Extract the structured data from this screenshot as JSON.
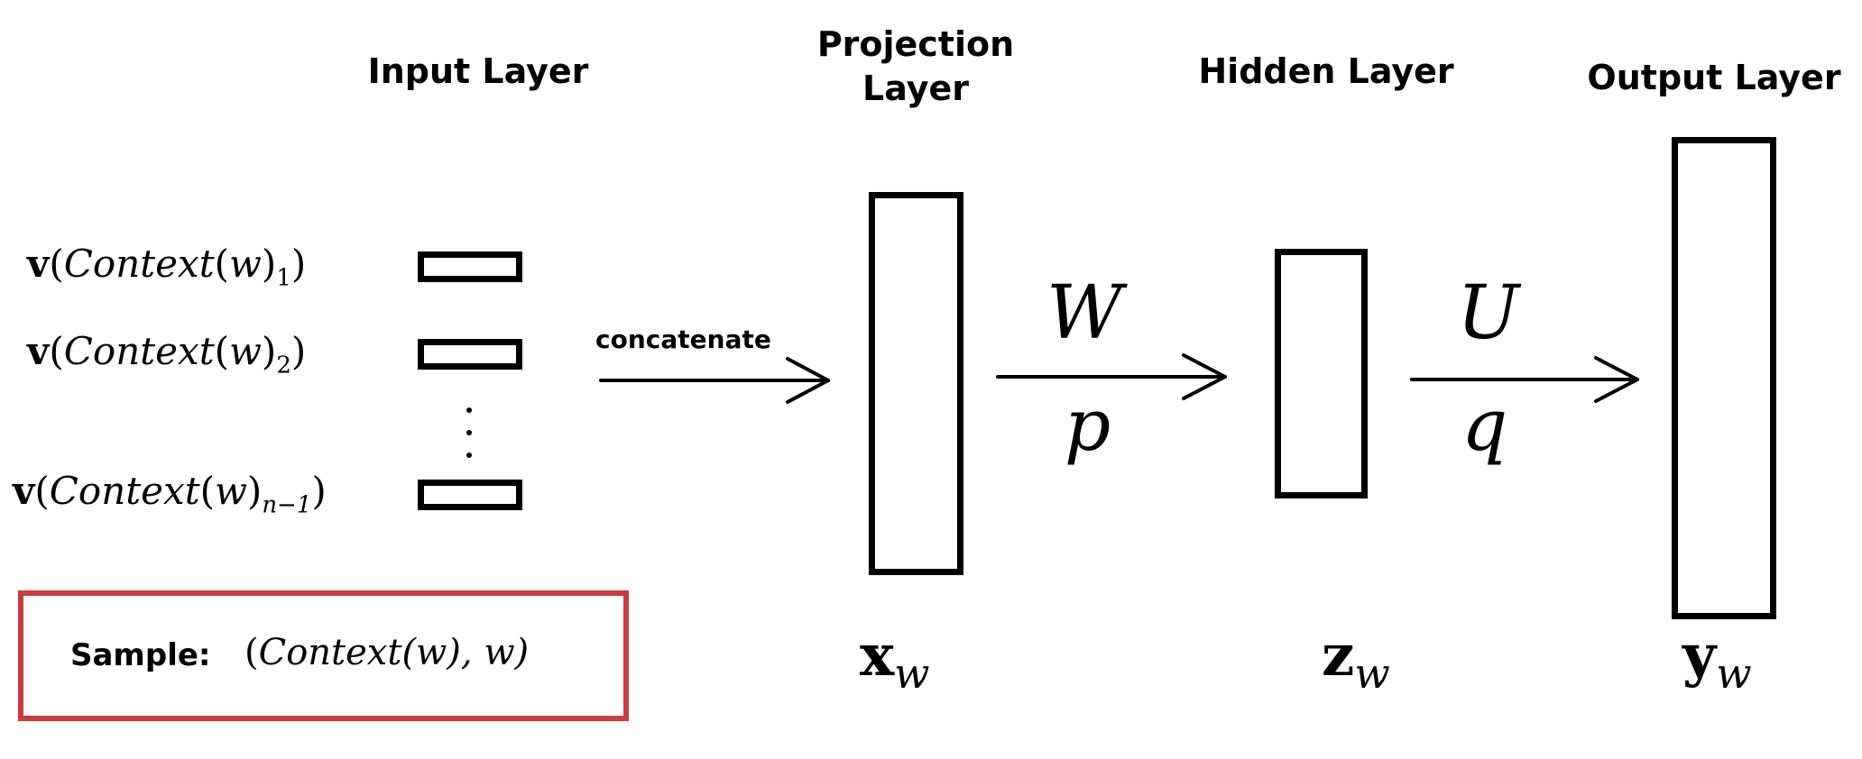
{
  "headers": {
    "input": "Input  Layer",
    "projection": "Projection Layer",
    "hidden": "Hidden Layer",
    "output": "Output Layer"
  },
  "inputs": [
    {
      "prefix": "v",
      "func": "Context",
      "var": "w",
      "sub": "1"
    },
    {
      "prefix": "v",
      "func": "Context",
      "var": "w",
      "sub": "2"
    },
    {
      "prefix": "v",
      "func": "Context",
      "var": "w",
      "sub": "n−1"
    }
  ],
  "edges": {
    "concat": "concatenate",
    "W": "W",
    "p": "p",
    "U": "U",
    "q": "q"
  },
  "vectors": {
    "x": {
      "base": "x",
      "sub": "w"
    },
    "z": {
      "base": "z",
      "sub": "w"
    },
    "y": {
      "base": "y",
      "sub": "w"
    }
  },
  "sample": {
    "label": "Sample:",
    "expr_open": "(",
    "expr_func": "Context",
    "expr_arg": "(w), w)"
  }
}
